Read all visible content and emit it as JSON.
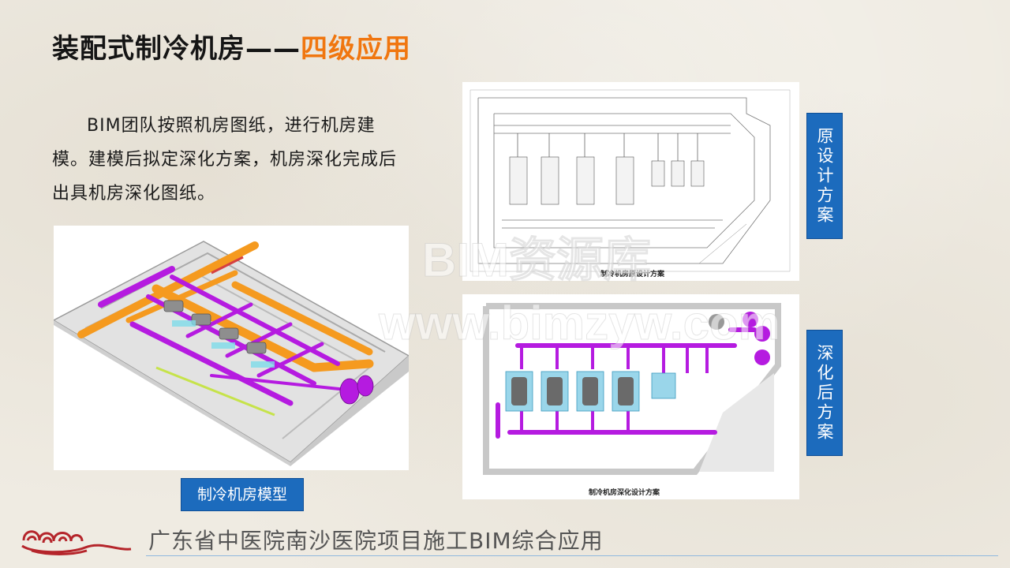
{
  "title": {
    "main": "装配式制冷机房——",
    "accent": "四级应用"
  },
  "intro": "BIM团队按照机房图纸，进行机房建模。建模后拟定深化方案，机房深化完成后出具机房深化图纸。",
  "captions": {
    "model": "制冷机房模型",
    "original": "原设计方案",
    "deepened": "深化后方案",
    "plan_original": "制冷机房原设计方案",
    "plan_deepened": "制冷机房深化设计方案"
  },
  "watermark": {
    "line1": "BIM资源库",
    "line2": "www.bimzyw.com"
  },
  "footer": "广东省中医院南沙医院项目施工BIM综合应用",
  "colors": {
    "accent": "#f0760f",
    "caption_bg": "#1c6bbd",
    "pipe_purple": "#b51be0",
    "pipe_orange": "#f59a1f"
  }
}
